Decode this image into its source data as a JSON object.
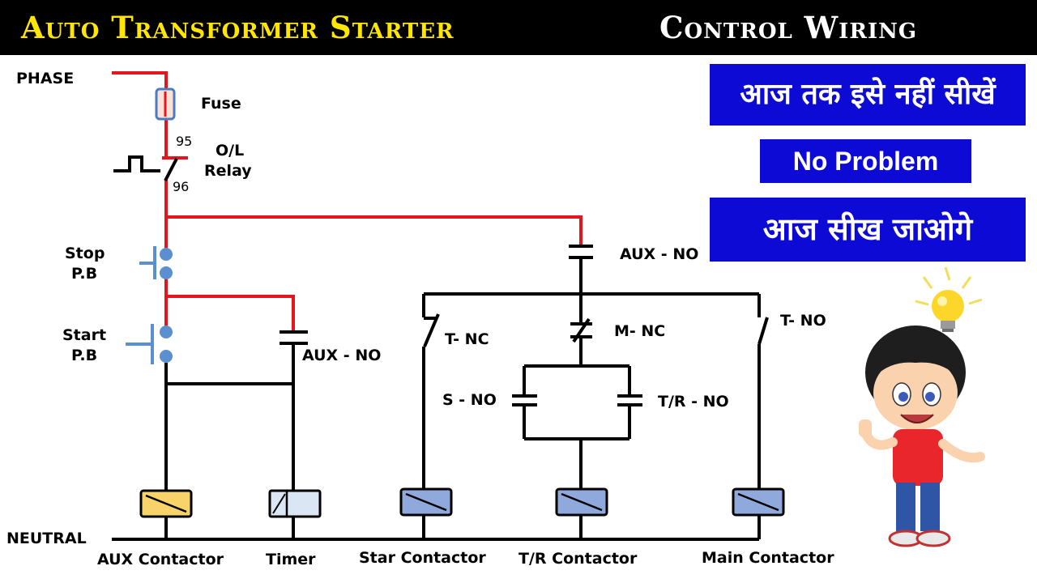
{
  "header": {
    "title_part1": "Auto Transformer Starter",
    "title_part2": "Control Wiring",
    "title_colors": {
      "part1": "#ffe600",
      "part2": "#ffffff",
      "background": "#000000"
    }
  },
  "labels": {
    "phase": "PHASE",
    "neutral": "NEUTRAL",
    "fuse": "Fuse",
    "ol_line1": "O/L",
    "ol_line2": "Relay",
    "terminal_95": "95",
    "terminal_96": "96",
    "stop_line1": "Stop",
    "stop_line2": "P.B",
    "start_line1": "Start",
    "start_line2": "P.B",
    "aux_no_hold": "AUX - NO",
    "aux_no_main": "AUX - NO",
    "t_nc": "T- NC",
    "m_nc": "M- NC",
    "s_no": "S - NO",
    "tr_no": "T/R - NO",
    "t_no": "T- NO"
  },
  "coils": [
    {
      "name": "AUX Contactor",
      "color": "#f7d36a"
    },
    {
      "name": "Timer",
      "color": "#dbe6f5"
    },
    {
      "name": "Star Contactor",
      "color": "#8fa9dc"
    },
    {
      "name": "T/R Contactor",
      "color": "#8fa9dc"
    },
    {
      "name": "Main Contactor",
      "color": "#8fa9dc"
    }
  ],
  "colors": {
    "live_wire": "#e3161d",
    "wire": "#000000",
    "push_button": "#5b8fd0",
    "text_box": "#0d0ad6"
  },
  "promo": {
    "line1": "आज तक इसे नहीं सीखें",
    "line2": "No Problem",
    "line3": "आज सीख जाओगे"
  },
  "icons": [
    "lightbulb-icon",
    "thumbs-up-boy-illustration"
  ]
}
